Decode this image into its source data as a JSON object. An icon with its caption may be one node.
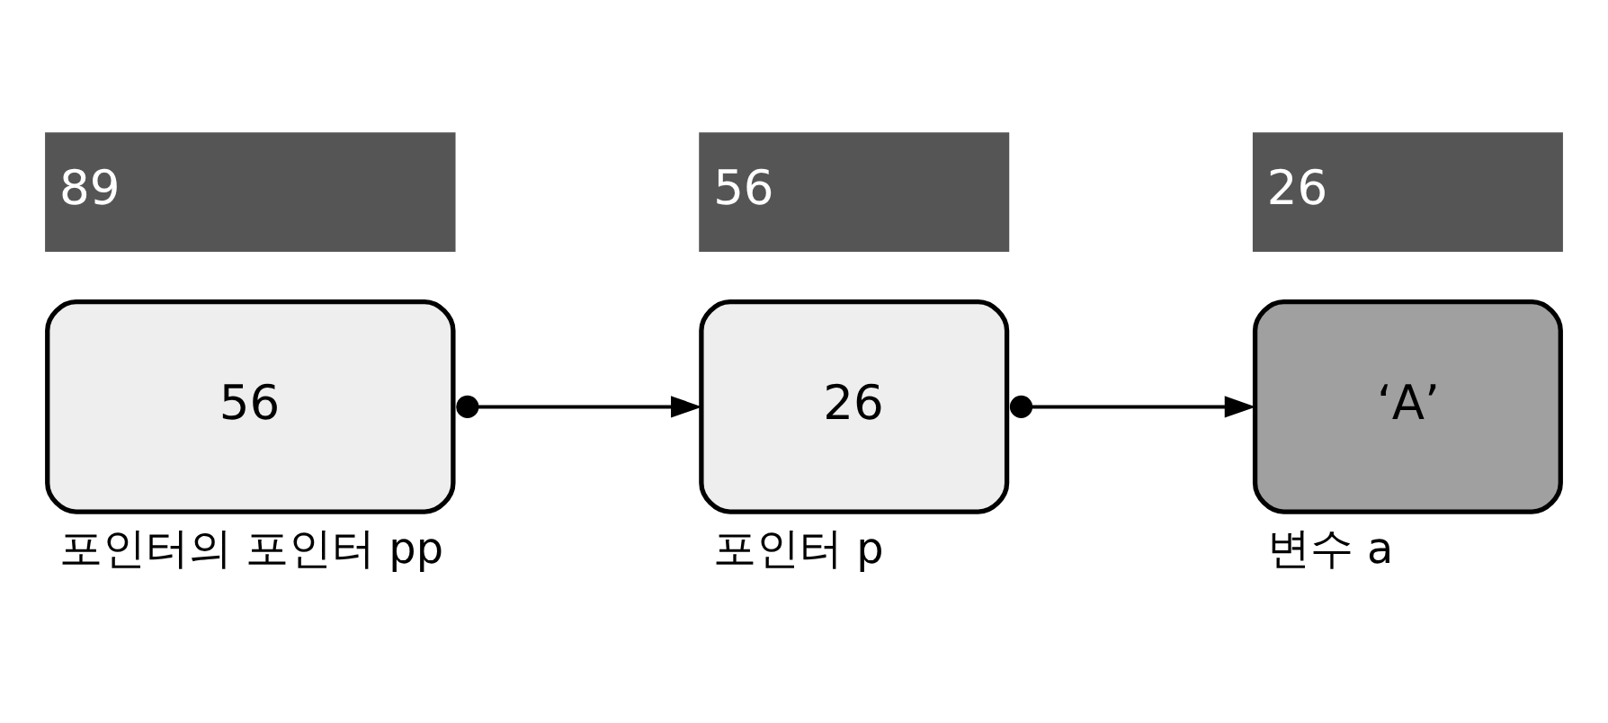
{
  "diagram": {
    "nodes": [
      {
        "text": [
          "56"
        ],
        "beside": [
          "89",
          "포인터의 포인터 pp"
        ]
      },
      {
        "text": [
          "26"
        ],
        "beside": [
          "56",
          "포인터 p"
        ]
      },
      {
        "text": [
          "‘A’"
        ],
        "beside": [
          "26",
          "변수 a"
        ]
      }
    ],
    "edges": [
      {
        "from": 0,
        "to": 1,
        "arrow": "to"
      },
      {
        "from": 1,
        "to": 2,
        "arrow": "to"
      }
    ]
  }
}
